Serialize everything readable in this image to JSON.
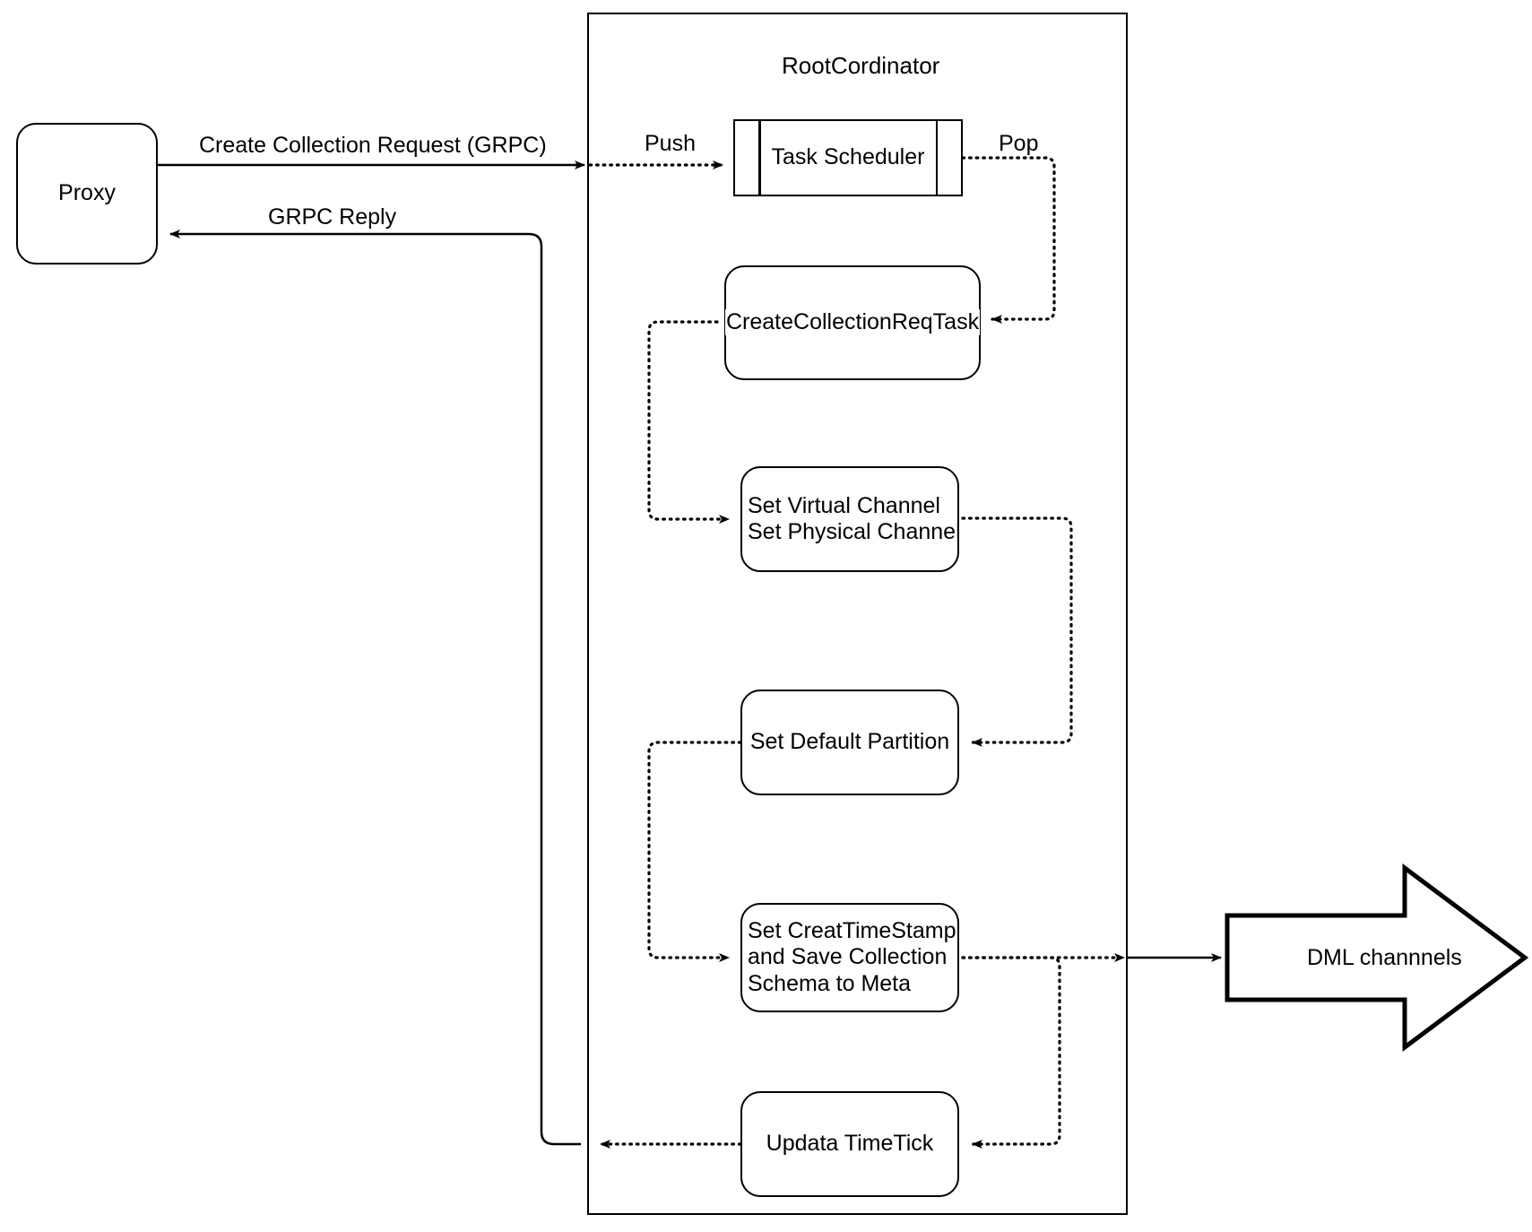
{
  "diagram": {
    "title_visible": "RootCordinator",
    "external_nodes": {
      "proxy": {
        "label": "Proxy"
      },
      "dml": {
        "label": "DML channnels"
      }
    },
    "container": {
      "label": "RootCordinator"
    },
    "nodes": [
      {
        "id": "task-scheduler",
        "label": "Task Scheduler",
        "shape": "process"
      },
      {
        "id": "create-collection-req-task",
        "label": "CreateCollectionReqTask",
        "shape": "rounded"
      },
      {
        "id": "set-virtual-channel",
        "label": "Set Virtual Channel\nSet Physical Channel",
        "line1": "Set Virtual Channel",
        "line2": "Set Physical Channel",
        "shape": "rounded"
      },
      {
        "id": "set-default-partition",
        "label": "Set Default Partition",
        "shape": "rounded"
      },
      {
        "id": "set-creat-timestamp",
        "line1": "Set CreatTimeStamp",
        "line2": "and Save Collection",
        "line3": "Schema to Meta",
        "shape": "rounded"
      },
      {
        "id": "updata-timetick",
        "label": "Updata TimeTick",
        "shape": "rounded"
      }
    ],
    "edge_labels": {
      "create_collection_request": "Create Collection Request (GRPC)",
      "grpc_reply": "GRPC Reply",
      "push": "Push",
      "pop": "Pop"
    },
    "colors": {
      "stroke": "#000000",
      "fill": "#ffffff",
      "text": "#000000"
    }
  }
}
